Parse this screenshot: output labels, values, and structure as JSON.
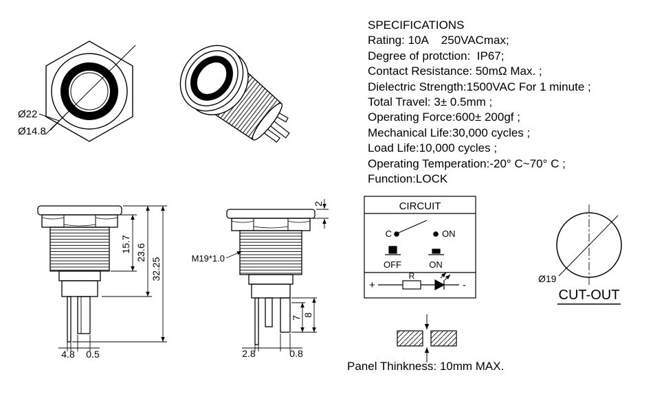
{
  "specs": {
    "title": "SPECIFICATIONS",
    "lines": [
      "Rating: 10A    250VACmax;",
      "Degree of protction:  IP67;",
      "Contact Resistance: 50mΩ Max. ;",
      "Dielectric Strength:1500VAC For 1 minute ;",
      "Total Travel: 3± 0.5mm ;",
      "Operating Force:600± 200gf ;",
      "Mechanical Life:30,000 cycles ;",
      "Load Life:10,000 cycles ;",
      "Operating Temperation:-20° C~70° C ;",
      "Function:LOCK"
    ]
  },
  "front_view": {
    "outer_dia": "Ø22",
    "ring_dia": "Ø14.8"
  },
  "side_view_a": {
    "dim_thread_length": "15.7",
    "dim_body_length": "23.6",
    "dim_total_length": "32.25",
    "dim_terminal_width": "4.8",
    "dim_terminal_thickness": "0.5"
  },
  "side_view_b": {
    "dim_head_thickness": "2",
    "thread_spec": "M19*1.0",
    "dim_pin_width": "2.8",
    "dim_pin_thickness": "0.8",
    "dim_terminal_inner": "7",
    "dim_terminal_length": "8"
  },
  "circuit": {
    "title": "CIRCUIT",
    "common_label": "C",
    "on_contact_label": "ON",
    "off_button_label": "OFF",
    "on_button_label": "ON",
    "resistor_label": "R",
    "plus_label": "+",
    "minus_label": "-"
  },
  "cutout": {
    "dia": "Ø19",
    "label": "CUT-OUT"
  },
  "panel": {
    "note": "Panel Thinkness: 10mm MAX."
  }
}
